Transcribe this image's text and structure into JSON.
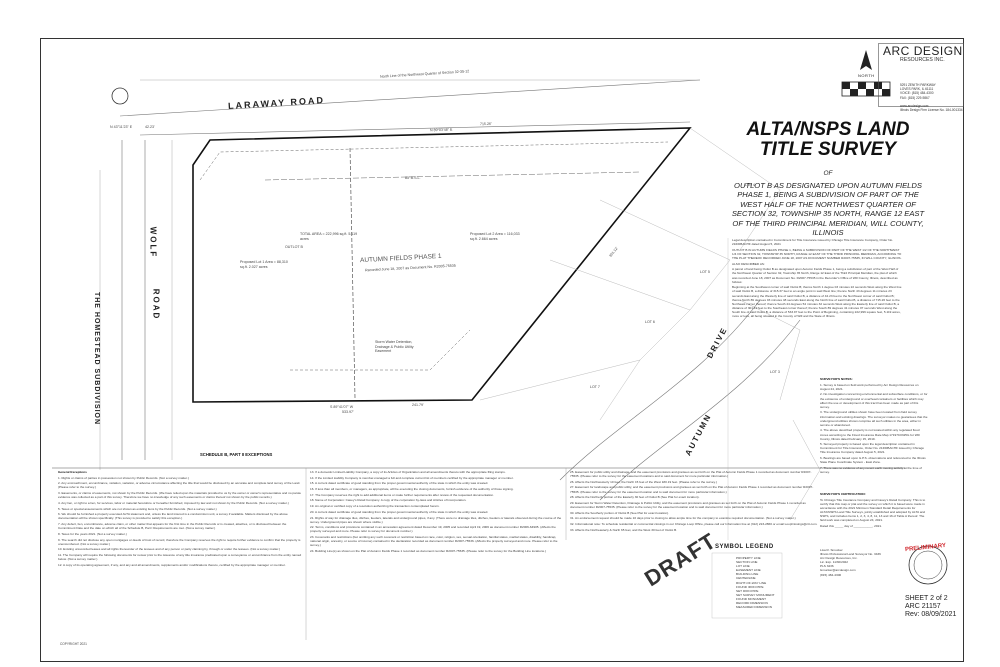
{
  "title": {
    "main": "ALTA/NSPS LAND TITLE SURVEY",
    "of": "OF",
    "subtitle_lines": [
      "OUTLOT B AS DESIGNATED UPON AUTUMN FIELDS",
      "PHASE 1, BEING A SUBDIVISION OF PART OF THE",
      "WEST HALF OF THE NORTHWEST QUARTER OF",
      "SECTION 32, TOWNSHIP 35 NORTH, RANGE 12 EAST",
      "OF THE THIRD PRINCIPAL MERIDIAN, WILL COUNTY,",
      "ILLINOIS"
    ]
  },
  "logo": {
    "brand_arc": "ARC",
    "brand_design": "DESIGN",
    "sub": "RESOURCES INC.",
    "address_lines": [
      "5291 ZENITH PARKWAY",
      "LOVES PARK, IL 61111",
      "VOICE: (815) 484-4300",
      "FAX: (815) 229-9867",
      "",
      "www.arcdesign.com",
      "Illinois Design Firm License No. 184-001334"
    ]
  },
  "north_arrow": {
    "label": "NORTH"
  },
  "streets": {
    "laraway": "LARAWAY ROAD",
    "wolf": "WOLF",
    "road": "ROAD",
    "autumn": "AUTUMN",
    "drive": "DRIVE",
    "homestead": "THE HOMESTEAD SUBDIVISION"
  },
  "plat_labels": {
    "north_line": "North Line of the Northwest Quarter of Section 32-35-12",
    "phase_label": "AUTUMN FIELDS PHASE 1",
    "phase_recorded": "Recorded June 18, 2007 as Document No. R2005-75535",
    "outlot": "OUTLOT B",
    "total_area": "TOTAL AREA = 222,996 sq.ft. 5.119 acres",
    "lot1": "Proposed Lot 1 Area = 88,310 sq.ft. 2.027 acres",
    "lot2": "Proposed Lot 2 Area = 116,033 sq.ft. 2.664 acres",
    "detention": "Storm Water Detention, Drainage & Public Utility Easement",
    "bearing_top": "N 89°03'48\" E",
    "dist_top": "715.26'",
    "bearing_bottom": "S 89°41'07\" W",
    "dist_bottom": "533.97'",
    "dist_bottom2": "241.79'",
    "bearing_left": "N 43°11'23\" E",
    "dist_left": "42.23'",
    "setback": "85' B.S.L.",
    "dist_east": "301.12'",
    "lot4": "LOT 4",
    "lot5": "LOT 5",
    "lot6": "LOT 6",
    "lot7": "LOT 7",
    "lot3": "LOT 3"
  },
  "legal_description_title": "Legal description contained in Commitment for Title Insurance issued by Chicago Title Insurance Company, Order No. 21ID0BACHF dated August 5, 2021",
  "legal_description": [
    "OUTLOT B IN AUTUMN FIELDS PHASE 1, BEING A SUBDIVISION OF PART OF THE WEST 1/2 OF THE NORTHWEST 1/4 OF SECTION 32, TOWNSHIP 35 NORTH, RANGE 12 EAST OF THE THIRD PRINCIPAL MERIDIAN, ACCORDING TO THE PLAT THEREOF RECORDED JUNE 18, 2007 AS DOCUMENT NUMBER R2007-75535, IN WILL COUNTY, ILLINOIS.",
    "ALSO DESCRIBED AS:",
    "A parcel of land being Outlot B as designated upon Autumn Fields Phase 1, being a subdivision of part of the West Half of the Northwest Quarter of Section 32, Township 35 North, Range 12 East of the Third Principal Meridian, the plat of which was recorded June 18, 2007 as Document No. R2007-75535 in the Recorder's Office of Will County, Illinois, described as follows:",
    "Beginning at the Southwest corner of said Outlot B; thence North 1 degree 03 minutes 22 seconds West along the West line of said Outlot B, a distance of 315.37 feet to an angle point in said West line; thence North 43 degrees 11 minutes 23 seconds East along the Westerly line of said Outlot B, a distance of 42.23 feet to the Northwest corner of said Outlot B; thence North 89 degrees 03 minutes 48 seconds East along the North line of said Outlot B, a distance of 715.26 feet to the Northeast corner thereof; thence South 44 degrees 54 minutes 32 seconds West along the Easterly line of said Outlot B, a distance of 301.12 feet to the Southeast corner thereof; thence South 89 degrees 41 minutes 07 seconds West along the South line of said Outlot B, a distance of 533.97 feet to the Point of Beginning, containing 222,996 square feet, 5.119 acres, more or less, all being situated in the County of Will and the State of Illinois."
  ],
  "surveyors_notes_title": "SURVEYOR'S NOTES:",
  "surveyors_notes": [
    "1. Survey is based on field work performed by Arc Design Resources on August 24, 2021.",
    "2. No investigation concerning environmental and subsurface conditions, or for the existence of underground or overhead containers or facilities which may affect the use or development of this tract has been made as part of this survey.",
    "3. The underground utilities shown have been located from field survey information and existing drawings. The surveyor makes no guarantees that the underground utilities shown comprise all such utilities in the area, either in service or abandoned.",
    "4. The above described property is not located within any regulated flood zones according to the Flood Insurance Rate Map 17197C0325G for Will County, Illinois dated February 15, 2019.",
    "5. Surveyed property is based upon the legal description contained in Commitment for Title Insurance, Order No. 21ID0BACHF issued by Chicago Title Insurance Company dated August 5, 2021.",
    "6. Bearings are based upon G.P.S. observations and referenced to the Illinois State Plane Coordinate System - East Zone.",
    "7. There was no evidence of any recent earth moving activity at the time of survey."
  ],
  "certification_title": "SURVEYOR'S CERTIFICATION:",
  "certification_text": "To Chicago Title Insurance Company and Casey's Retail Company: This is to certify that this map or plat and the survey on which it is based were made in accordance with the 2021 Minimum Standard Detail Requirements for ALTA/NSPS Land Title Surveys, jointly established and adopted by ALTA and NSPS, and includes Items 1, 2, 3, 4, 8, 11, 13 and 16 of Table A thereof. The field work was completed on August 24, 2021.",
  "dated_line": "Dated this _____ day of ___________, 2021.",
  "surveyor_sig": [
    "Lisa R. Smucker",
    "Illinois Professional Land Surveyor No. 3436",
    "Arc Design Resources, Inc.",
    "Lic. Exp. 11/30/2022",
    "PLS 3436",
    "lsmucker@arcdesign.com",
    "(815) 484-4300"
  ],
  "prelim": "PRELIMINARY",
  "schedule_b_title": "SCHEDULE B, PART II EXCEPTIONS",
  "general_exceptions_title": "General Exceptions",
  "exceptions_col1": [
    "1. Rights or claims of parties in possession not shown by Public Records. (Not a survey matter.)",
    "2. Any encroachment, encumbrance, violation, variation, or adverse circumstance affecting the title that would be disclosed by an accurate and complete land survey of the Land. (Please refer to the survey.)",
    "3. Easements, or claims of easements, not shown by the Public Records. (We have relied upon the materials provided to us by the owner or owner's representative and no parole evidence was collected as a part of this survey. Therefore we have no knowledge of any such easements or claims thereof not shown by the public records.)",
    "4. Any lien, or right to a lien, for services, labor or material heretofore or hereafter furnished, imposed by law and not shown by the Public Records. (Not a survey matter.)",
    "5. Taxes or special assessments which are not shown as existing liens by the Public Records. (Not a survey matter.)",
    "6. We should be furnished a properly executed ALTA statement and, unless the land insured is a condominium unit, a survey if available. Matters disclosed by the above documentation will be shown specifically. (This survey is provided to satisfy this exception.)",
    "7. Any defect, lien, encumbrance, adverse claim, or other matter that appears for the first time in the Public Records or is created, attaches, or is disclosed between the Commitment Date and the date on which all of the Schedule B, Part I Requirements are met. (Not a survey matter.)",
    "8. Taxes for the years 2021. (Not a survey matter.)",
    "9. The search did not disclose any open mortgages or deeds of trust of record, therefore the Company reserves the right to require further evidence to confirm that the property is unencumbered. (Not a survey matter.)",
    "10. Existing unrecorded leases and all rights thereunder of the lessees and of any person or party claiming by, through or under the lessees. (Not a survey matter.)",
    "11. The Company will require the following documents for review prior to the issuance of any title insurance predicated upon a conveyance or encumbrance from the entity named below. (Not a survey matter.)",
    "12. A copy of its operating agreement, if any, and any and all amendments, supplements and/or modifications thereto, certified by the appropriate manager or member."
  ],
  "exceptions_col2": [
    "13. If a domestic Limited Liability Company, a copy of its Articles of Organization and all amendments thereto with the appropriate filing stamps.",
    "14. If the Limited Liability Company is member-managed a full and complete current list of members certified by the appropriate manager or member.",
    "15. A current dated certificate of good standing from the proper governmental authority of the state in which the entity was created.",
    "16. If less than all members, or managers, as appropriate, will be executing the closing documents, furnish evidence of the authority of those signing.",
    "17. The Company reserves the right to add additional items or make further requirements after review of the requested documentation.",
    "18. Name of Corporation: Casey's Retail Company. A copy of the corporation by-laws and Articles of Incorporation.",
    "19. An original or certified copy of a resolution authorizing the transaction contemplated herein.",
    "20. A current dated certificate of good standing from the proper governmental authority of the state in which the entity was created.",
    "21. Rights of way for drainage tiles, ditches, feeders, laterals and underground pipes, if any. (There were no drainage tiles, ditches, feeders or laterals observed during the course of the survey. Underground pipes are shown where visible.)",
    "22. Terms, conditions and provisions contained in an annexation agreement dated December 19, 2005 and recorded April 19, 2006 as document number R2006-64905. (Affects the property surveyed and more. Please refer to survey for document number.)",
    "23. Covenants and restrictions (but omitting any such covenant or restriction based on race, color, religion, sex, sexual orientation, familial status, marital status, disability, handicap, national origin, ancestry, or source of income) contained in the declaration recorded as document number R2007-75536. (Affects the property surveyed and more. Please refer to the survey.)",
    "24. Building Line(s) as shown on the Plat of Autumn Fields Phase 1 recorded as document number R2007-75535. (Please refer to the survey for the Building Line locations.)"
  ],
  "exceptions_col3": [
    "25. Easement for public utility and drainage, and the easement provisions and grantees as set forth on the Plat of Autumn Fields Phase 1 recorded as document number R2007-75535. (Please refer to the survey for the easement locations and to said document for more particular information.)",
    "26. Affects the Northwesterly 10 feet, the North 15 feet of the West 180.19 feet. (Please refer to the survey.)",
    "27. Easement for landscape and public utility, and the easement provisions and grantees as set forth on the Plat of Autumn Fields Phase 1 recorded as document number R2007-75535. (Please refer to the survey for the easement location and to said document for more particular information.)",
    "28. Affects the Northerly portion of the Easterly 30 feet of Outlot B (See Plat for exact location).",
    "29. Easement for Storm Water Detention, Drainage & Public Utility, and the easement provisions and grantees as set forth on the Plat of Autumn Fields Phase 1 recorded as document number R2007-75535. (Please refer to the survey for the easement location and to said document for more particular information.)",
    "30. Affects the Southerly portion of Outlot B (See Plat for exact location).",
    "31. An endorsement request should be made 10 days prior to closing to allow ample time for the company to examine required documentation. (Not a survey matter.)",
    "32. Informational note: To schedule residential or commercial closings in our Chicago Loop Office, please call our Information line at (312) 223-2860 or email LoopClosings@ctt.com.",
    "33. Affects the Northeasterly & North 65 feet, and the West 30 feet of Outlot B."
  ],
  "symbol_legend": {
    "title": "SYMBOL LEGEND",
    "items": [
      "PROPERTY LINE",
      "SECTION LINE",
      "LOT LINE",
      "EASEMENT LINE",
      "BUILDING LINE",
      "CENTERLINE",
      "RIGHT-OF-WAY LINE",
      "FOUND IRON PIPE",
      "SET IRON PIPE",
      "SET SURVEY MONUMENT",
      "FOUND MONUMENT",
      "RECORD DIMENSION",
      "MEASURED DIMENSION"
    ]
  },
  "draft": "DRAFT",
  "sheet": {
    "line1": "SHEET 2 of 2",
    "line2": "ARC 21157",
    "line3": "Rev: 08/09/2021"
  },
  "copyright": "COPYRIGHT 2021"
}
